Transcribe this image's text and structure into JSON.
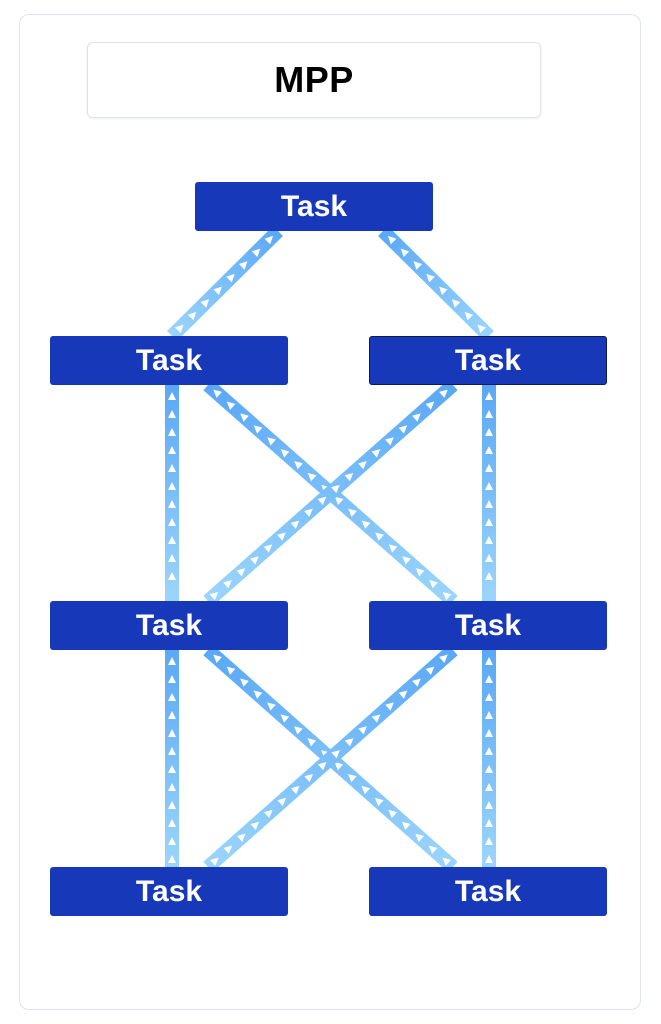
{
  "title": "MPP",
  "tasks": {
    "top": {
      "label": "Task"
    },
    "level2_left": {
      "label": "Task"
    },
    "level2_right": {
      "label": "Task"
    },
    "level3_left": {
      "label": "Task"
    },
    "level3_right": {
      "label": "Task"
    },
    "level4_left": {
      "label": "Task"
    },
    "level4_right": {
      "label": "Task"
    }
  },
  "colors": {
    "task_fill": "#1638b9",
    "link_dark": "#5aa8f5",
    "link_light": "#9bd5fb",
    "arrow": "#ffffff"
  }
}
